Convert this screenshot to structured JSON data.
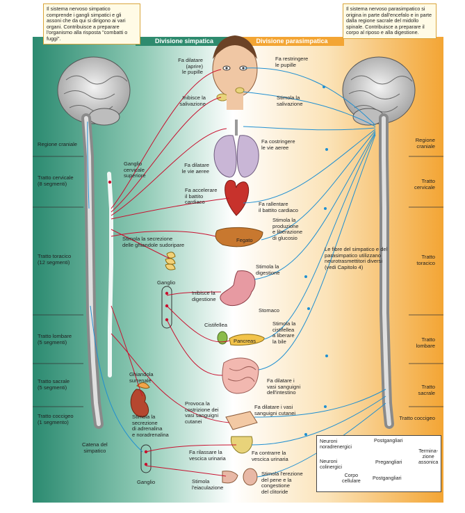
{
  "headers": {
    "sympathetic": "Divisione simpatica",
    "parasympathetic": "Divisione parasimpatica"
  },
  "notes": {
    "sympathetic": "Il sistema nervoso simpatico comprende i gangli simpatici e gli assoni che da qui si dirigono ai vari organi. Contribuisce a preparare l'organismo alla risposta \"combatti o fuggi\".",
    "parasympathetic": "Il sistema nervoso parasimpatico si origina in parte dall'encefalo e in parte dalla regione sacrale del midollo spinale. Contribuisce a preparare il corpo al riposo e alla digestione.",
    "middle": "Le fibre del simpatico e del parasimpatico utilizzano neurotrasmettitori diversi (vedi Capitolo 4)"
  },
  "regions_left": {
    "cranial": "Regione craniale",
    "cervical": "Tratto cervicale\n(8 segmenti)",
    "thoracic": "Tratto toracico\n(12 segmenti)",
    "lumbar": "Tratto lombare\n(5 segmenti)",
    "sacral": "Tratto sacrale\n(5 segmenti)",
    "coccygeal": "Tratto coccigeo\n(1 segmento)"
  },
  "regions_right": {
    "cranial": "Regione\ncraniale",
    "cervical": "Tratto\ncervicale",
    "thoracic": "Tratto\ntoracico",
    "lumbar": "Tratto\nlombare",
    "sacral": "Tratto\nsacrale",
    "coccygeal": "Tratto coccigeo"
  },
  "structures": {
    "ganglion_cervical": "Ganglio\ncervicale\nsuperiore",
    "sympathetic_chain": "Catena del\nsimpatico",
    "ganglion_1": "Ganglio",
    "ganglion_2": "Ganglio",
    "adrenal": "Ghiandola\nsurrenale",
    "liver": "Fegato",
    "stomach": "Stomaco",
    "gallbladder": "Cistifellea",
    "pancreas": "Pancreas"
  },
  "effects_sympathetic": {
    "pupils": "Fa dilatare\n(aprire)\nle pupille",
    "saliva": "Inibisce la\nsalivazione",
    "airways": "Fa dilatare\nle vie aeree",
    "heart": "Fa accelerare\nil battito\ncardiaco",
    "sweat": "Stimola la secrezione\ndelle ghiandole sudoripare",
    "digestion": "Inibisce la\ndigestione",
    "adrenaline": "Stimola la\nsecrezione\ndi adrenalina\ne noradrenalina",
    "vessels": "Provoca la\ncostrizione dei\nvasi sanguigni\ncutanei",
    "bladder": "Fa rilassare la\nvescica urinaria",
    "ejaculation": "Stimola\nl'eiaculazione"
  },
  "effects_parasympathetic": {
    "pupils": "Fa restringere\nle pupille",
    "saliva": "Stimola la\nsalivazione",
    "airways": "Fa costringere\nle vie aeree",
    "heart": "Fa rallentare\nil battito cardiaco",
    "glucose": "Stimola la\nproduzione\ne liberazione\ndi glucosio",
    "digestion": "Stimola la\ndigestione",
    "bile": "Stimola la\ncistifellea\na liberare\nla bile",
    "intestine_vessels": "Fa dilatare i\nvasi sanguigni\ndell'intestino",
    "skin_vessels": "Fa dilatare i vasi\nsanguigni cutanei",
    "bladder": "Fa contrarre la\nvescica urinaria",
    "erection": "Stimola l'erezione\ndel pene e la\ncongestione\ndel clitoride"
  },
  "legend": {
    "noradrenergic": "Neuroni\nnoradrenergici",
    "cholinergic": "Neuroni\ncolinergici",
    "postganglionic_1": "Postgangliari",
    "preganglionic": "Pregangliari",
    "postganglionic_2": "Postgangliari",
    "cell_body": "Corpo\ncellulare",
    "terminal": "Termina-\nzione\nassonica"
  },
  "colors": {
    "sympathetic_fiber": "#c8102e",
    "parasympathetic_fiber": "#1f8fd1",
    "sympathetic_bg": "#2e8b6e",
    "parasympathetic_bg": "#f3a534",
    "note_border": "#d9a53a"
  }
}
